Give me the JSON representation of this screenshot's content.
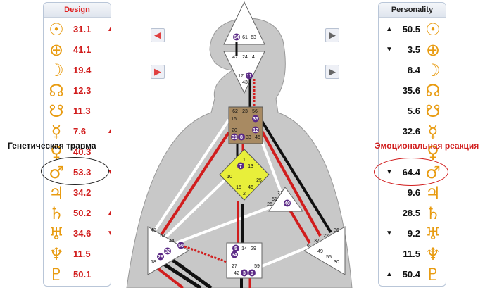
{
  "design_panel": {
    "title": "Design",
    "rows": [
      {
        "icon": "sun-icon",
        "glyph": "☉",
        "value": "31.1",
        "arrow": "▲"
      },
      {
        "icon": "earth-icon",
        "glyph": "⊕",
        "value": "41.1",
        "arrow": ""
      },
      {
        "icon": "moon-icon",
        "glyph": "☽",
        "value": "19.4",
        "arrow": ""
      },
      {
        "icon": "north-node-icon",
        "glyph": "☊",
        "value": "12.3",
        "arrow": ""
      },
      {
        "icon": "south-node-icon",
        "glyph": "☋",
        "value": "11.3",
        "arrow": ""
      },
      {
        "icon": "mercury-icon",
        "glyph": "☿",
        "value": "7.6",
        "arrow": "▲"
      },
      {
        "icon": "venus-icon",
        "glyph": "♀",
        "value": "40.3",
        "arrow": ""
      },
      {
        "icon": "mars-icon",
        "glyph": "♂",
        "value": "53.3",
        "arrow": "▼"
      },
      {
        "icon": "jupiter-icon",
        "glyph": "♃",
        "value": "34.2",
        "arrow": ""
      },
      {
        "icon": "saturn-icon",
        "glyph": "♄",
        "value": "50.2",
        "arrow": "▲"
      },
      {
        "icon": "uranus-icon",
        "glyph": "♅",
        "value": "34.6",
        "arrow": "▼"
      },
      {
        "icon": "neptune-icon",
        "glyph": "♆",
        "value": "11.5",
        "arrow": ""
      },
      {
        "icon": "pluto-icon",
        "glyph": "♇",
        "value": "50.1",
        "arrow": ""
      }
    ]
  },
  "personality_panel": {
    "title": "Personality",
    "rows": [
      {
        "icon": "sun-icon",
        "glyph": "☉",
        "value": "50.5",
        "arrow": "▲"
      },
      {
        "icon": "earth-icon",
        "glyph": "⊕",
        "value": "3.5",
        "arrow": "▼"
      },
      {
        "icon": "moon-icon",
        "glyph": "☽",
        "value": "8.4",
        "arrow": ""
      },
      {
        "icon": "north-node-icon",
        "glyph": "☊",
        "value": "35.6",
        "arrow": ""
      },
      {
        "icon": "south-node-icon",
        "glyph": "☋",
        "value": "5.6",
        "arrow": ""
      },
      {
        "icon": "mercury-icon",
        "glyph": "☿",
        "value": "32.6",
        "arrow": ""
      },
      {
        "icon": "venus-icon",
        "glyph": "♀",
        "value": "",
        "arrow": ""
      },
      {
        "icon": "mars-icon",
        "glyph": "♂",
        "value": "64.4",
        "arrow": "▼"
      },
      {
        "icon": "jupiter-icon",
        "glyph": "♃",
        "value": "9.6",
        "arrow": ""
      },
      {
        "icon": "saturn-icon",
        "glyph": "♄",
        "value": "28.5",
        "arrow": ""
      },
      {
        "icon": "uranus-icon",
        "glyph": "♅",
        "value": "9.2",
        "arrow": "▼"
      },
      {
        "icon": "neptune-icon",
        "glyph": "♆",
        "value": "11.5",
        "arrow": ""
      },
      {
        "icon": "pluto-icon",
        "glyph": "♇",
        "value": "50.4",
        "arrow": "▲"
      }
    ]
  },
  "annotations": {
    "left": "Генетическая травма",
    "right": "Эмоциональная реакция"
  },
  "colors": {
    "design_red": "#d11d1d",
    "planet_gold": "#e89b10",
    "defined_yellow": "#e8ef3a",
    "defined_brown": "#a88a62",
    "gate_purple": "#5b2a86"
  },
  "bodygraph": {
    "head_gates": [
      "64",
      "61",
      "63"
    ],
    "ajna_gates": [
      "47",
      "24",
      "4",
      "17",
      "11",
      "43"
    ],
    "throat_gates": [
      "62",
      "23",
      "56",
      "16",
      "35",
      "20",
      "12",
      "31",
      "8",
      "33",
      "45"
    ],
    "g_gates": [
      "1",
      "7",
      "13",
      "10",
      "25",
      "15",
      "46",
      "2"
    ],
    "ego_gates": [
      "21",
      "51",
      "26",
      "40"
    ],
    "spleen_gates": [
      "48",
      "57",
      "44",
      "50",
      "32",
      "28",
      "18"
    ],
    "sacral_gates": [
      "5",
      "14",
      "29",
      "34",
      "27",
      "42",
      "3",
      "9",
      "59"
    ],
    "solar_gates": [
      "36",
      "22",
      "37",
      "6",
      "49",
      "55",
      "30"
    ],
    "highlighted_gates": [
      "64",
      "11",
      "35",
      "12",
      "31",
      "8",
      "7",
      "40",
      "50",
      "32",
      "28",
      "5",
      "34",
      "3",
      "9"
    ]
  }
}
